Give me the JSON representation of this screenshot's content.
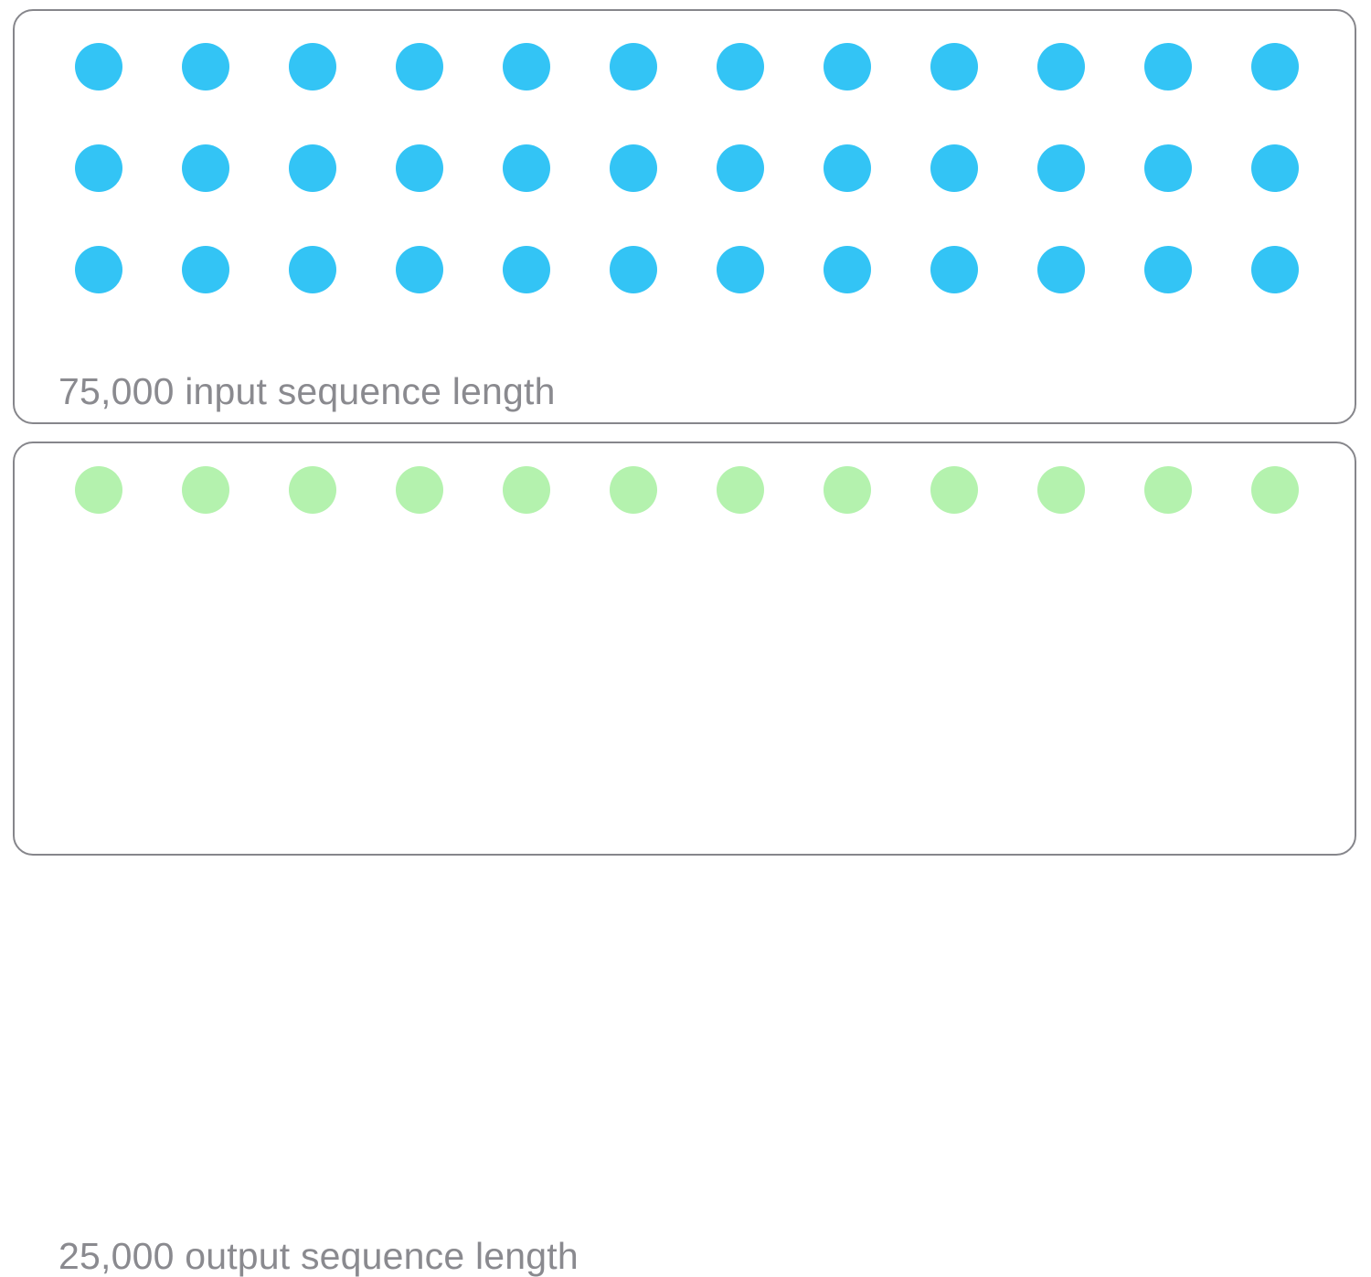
{
  "diagram": {
    "type": "token-sequence-illustration",
    "colors": {
      "input_dot": "#33c4f5",
      "output_dot": "#b4f2ae",
      "card_border": "#86868b",
      "label_text": "#8a8a8f",
      "background": "#ffffff"
    },
    "panels": [
      {
        "id": "input",
        "label": "75,000 input sequence length",
        "dot_color_name": "blue",
        "rows": 3,
        "columns": 12,
        "total_dots": 36
      },
      {
        "id": "output",
        "label": "25,000 output sequence length",
        "dot_color_name": "green",
        "rows": 1,
        "columns": 12,
        "total_dots": 12
      }
    ]
  }
}
